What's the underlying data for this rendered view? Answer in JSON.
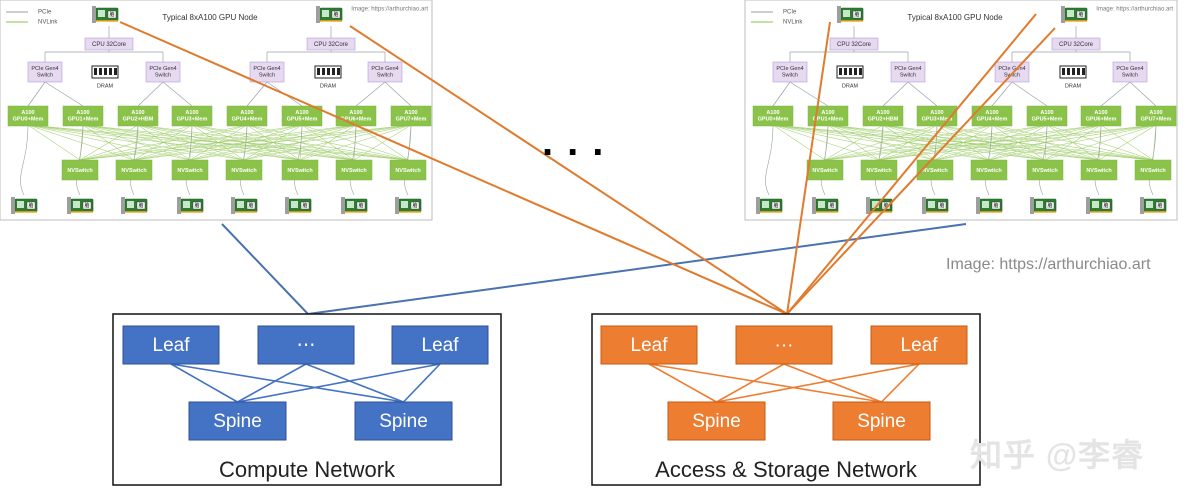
{
  "node": {
    "title": "Typical 8xA100 GPU Node",
    "credit": "Image: https://arthurchiao.art",
    "legend": [
      {
        "label": "PCIe",
        "color": "#9aa0a6"
      },
      {
        "label": "NVLink",
        "color": "#8bc34a"
      }
    ],
    "cpu_label": "CPU 32Core",
    "pcie_switch_label": "PCIe Gen4 Switch",
    "dram_label": "DRAM",
    "gpu_labels": {
      "left": [
        "A100 GPU0+Mem",
        "A100 GPU1+Mem",
        "A100 GPU2+HBM",
        "A100 GPU3+Mem",
        "A100 GPU4+Mem",
        "A100 GPU5+Mem",
        "A100 GPU6+Mem",
        "A100 GPU7+Mem"
      ],
      "right": [
        "A100 GPU0+Mem",
        "A100 GPU1+Mem",
        "A100 GPU2+HBM",
        "A100 GPU3+Mem",
        "A100 GPU4+Mem",
        "A100 GPU5+Mem",
        "A100 GPU6+Mem",
        "A100 GPU7+Mem"
      ]
    },
    "nvswitch_label": "NVSwitch",
    "nic_label": "脑"
  },
  "ellipsis": "...",
  "credit_large": "Image: https://arthurchiao.art",
  "watermark": "知乎 @李睿",
  "networks": {
    "compute": {
      "title": "Compute Network",
      "leaf_labels": [
        "Leaf",
        "⋯",
        "Leaf"
      ],
      "spine_labels": [
        "Spine",
        "Spine"
      ],
      "color": "#4472c4"
    },
    "storage": {
      "title": "Access & Storage Network",
      "leaf_labels": [
        "Leaf",
        "···",
        "Leaf"
      ],
      "spine_labels": [
        "Spine",
        "Spine"
      ],
      "color": "#ed7d31"
    }
  },
  "colors": {
    "gpu": "#8bc34a",
    "pcie_box": "#e6d9f0",
    "compute_link": "#4a72b0",
    "storage_link": "#e07a2c"
  }
}
